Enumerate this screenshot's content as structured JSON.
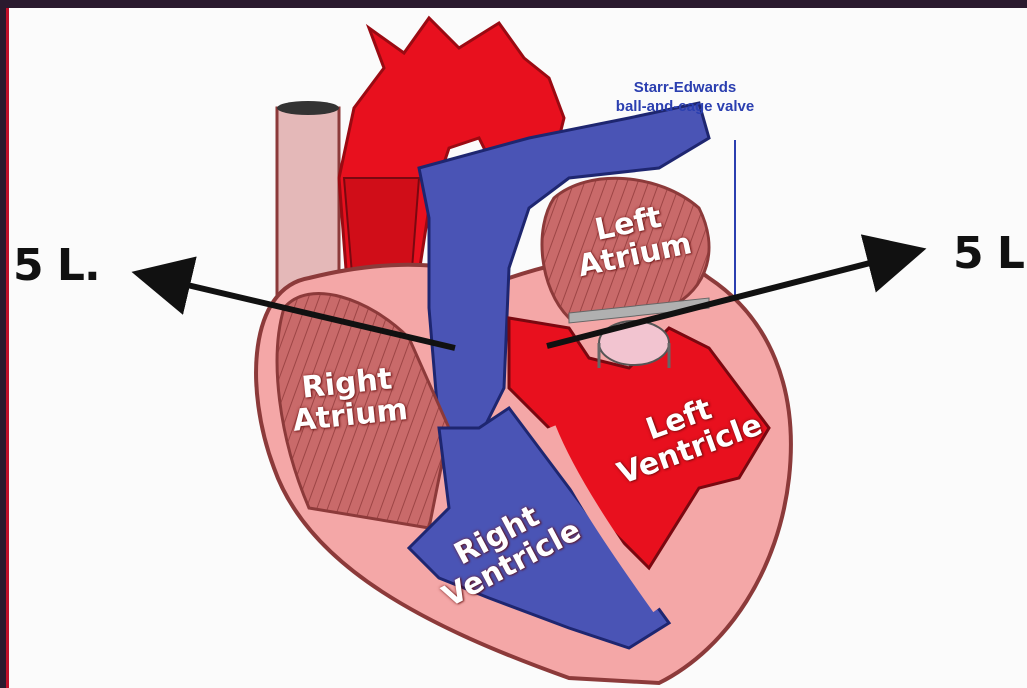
{
  "labels": {
    "left_volume": "5 L.",
    "right_volume": "5 L",
    "valve_line1": "Starr-Edwards",
    "valve_line2": "ball-and-cage valve",
    "right_atrium_1": "Right",
    "right_atrium_2": "Atrium",
    "left_atrium_1": "Left",
    "left_atrium_2": "Atrium",
    "right_ventricle_1": "Right",
    "right_ventricle_2": "Ventricle",
    "left_ventricle_1": "Left",
    "left_ventricle_2": "Ventricle"
  },
  "colors": {
    "oxygenated": "#e8101e",
    "deoxygenated": "#4a54b5",
    "myocardium": "#f4a7a7",
    "muscle": "#c96a6a",
    "label_blue": "#2b3fb0"
  }
}
